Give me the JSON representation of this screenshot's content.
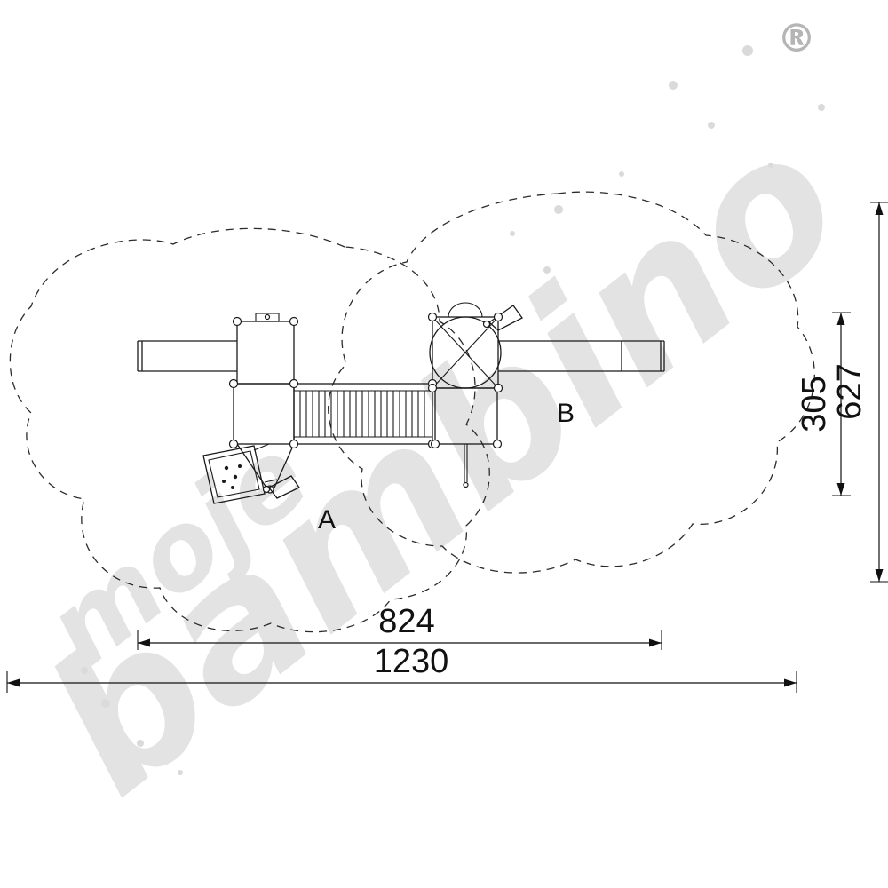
{
  "watermark": {
    "word_small": "moje",
    "word_large": "bambino",
    "registered_mark": "®",
    "color_light": "#e3e3e3",
    "color_mark": "#b5b5b5"
  },
  "plan_labels": {
    "tower_a": "A",
    "tower_b": "B"
  },
  "dimensions": {
    "equipment_width": {
      "value": "824"
    },
    "total_width": {
      "value": "1230"
    },
    "equipment_depth": {
      "value": "305"
    },
    "total_depth": {
      "value": "627"
    }
  },
  "colors": {
    "drawing_line": "#1a1a1a",
    "dimension_line": "#111111",
    "watermark": "#e3e3e3"
  }
}
